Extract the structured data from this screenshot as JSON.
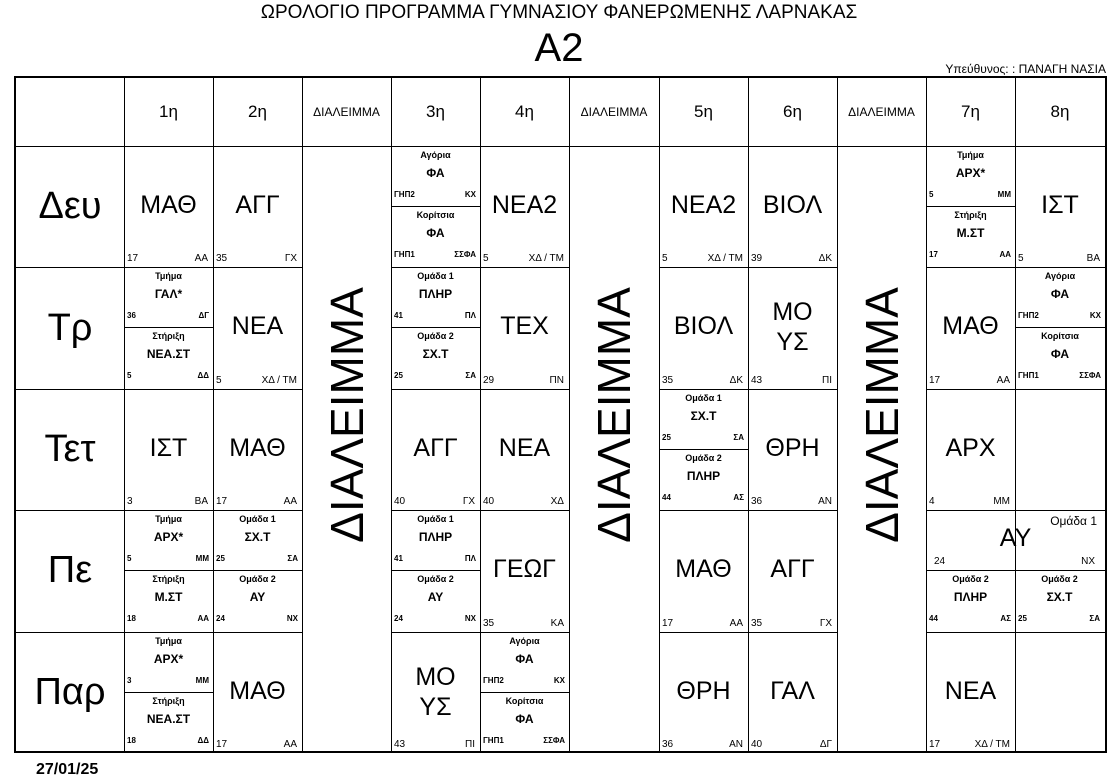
{
  "header": {
    "title": "ΩΡΟΛΟΓΙΟ ΠΡΟΓΡΑΜΜΑ ΓΥΜΝΑΣΙΟΥ ΦΑΝΕΡΩΜΕΝΗΣ ΛΑΡΝΑΚΑΣ",
    "class_name": "Α2",
    "responsible": "Υπεύθυνος: : ΠΑΝΑΓΗ ΝΑΣΙΑ"
  },
  "periods": [
    "1η",
    "2η",
    "ΔΙΑΛΕΙΜΜΑ",
    "3η",
    "4η",
    "ΔΙΑΛΕΙΜΜΑ",
    "5η",
    "6η",
    "ΔΙΑΛΕΙΜΜΑ",
    "7η",
    "8η"
  ],
  "break_label": "ΔΙΑΛΕΙΜΜΑ",
  "days": [
    "Δευ",
    "Τρ",
    "Τετ",
    "Πε",
    "Παρ"
  ],
  "cells": {
    "d0p1": {
      "subject": "ΜΑΘ",
      "room": "17",
      "teacher": "ΑΑ"
    },
    "d0p2": {
      "subject": "ΑΓΓ",
      "room": "35",
      "teacher": "ΓΧ"
    },
    "d0p3": {
      "top": {
        "label": "Αγόρια",
        "subject": "ΦΑ",
        "room": "ΓΗΠ2",
        "teacher": "ΚΧ"
      },
      "bottom": {
        "label": "Κορίτσια",
        "subject": "ΦΑ",
        "room": "ΓΗΠ1",
        "teacher": "ΣΣΦΑ"
      }
    },
    "d0p4": {
      "subject": "ΝΕΑ2",
      "room": "5",
      "teacher": "ΧΔ / ΤΜ"
    },
    "d0p5": {
      "subject": "ΝΕΑ2",
      "room": "5",
      "teacher": "ΧΔ / ΤΜ"
    },
    "d0p6": {
      "subject": "ΒΙΟΛ",
      "room": "39",
      "teacher": "ΔΚ"
    },
    "d0p7": {
      "top": {
        "label": "Τμήμα",
        "subject": "ΑΡΧ*",
        "room": "5",
        "teacher": "ΜΜ"
      },
      "bottom": {
        "label": "Στήριξη",
        "subject": "Μ.ΣΤ",
        "room": "17",
        "teacher": "ΑΑ"
      }
    },
    "d0p8": {
      "subject": "ΙΣΤ",
      "room": "5",
      "teacher": "ΒΑ"
    },
    "d1p1": {
      "top": {
        "label": "Τμήμα",
        "subject": "ΓΑΛ*",
        "room": "36",
        "teacher": "ΔΓ"
      },
      "bottom": {
        "label": "Στήριξη",
        "subject": "ΝΕΑ.ΣΤ",
        "room": "5",
        "teacher": "ΔΔ"
      }
    },
    "d1p2": {
      "subject": "ΝΕΑ",
      "room": "5",
      "teacher": "ΧΔ / ΤΜ"
    },
    "d1p3": {
      "top": {
        "label": "Ομάδα 1",
        "subject": "ΠΛΗΡ",
        "room": "41",
        "teacher": "ΠΛ"
      },
      "bottom": {
        "label": "Ομάδα 2",
        "subject": "ΣΧ.Τ",
        "room": "25",
        "teacher": "ΣΑ"
      }
    },
    "d1p4": {
      "subject": "ΤΕΧ",
      "room": "29",
      "teacher": "ΠΝ"
    },
    "d1p5": {
      "subject": "ΒΙΟΛ",
      "room": "35",
      "teacher": "ΔΚ"
    },
    "d1p6": {
      "subject": "ΜΟΥΣ",
      "room": "43",
      "teacher": "ΠΙ"
    },
    "d1p7": {
      "subject": "ΜΑΘ",
      "room": "17",
      "teacher": "ΑΑ"
    },
    "d1p8": {
      "top": {
        "label": "Αγόρια",
        "subject": "ΦΑ",
        "room": "ΓΗΠ2",
        "teacher": "ΚΧ"
      },
      "bottom": {
        "label": "Κορίτσια",
        "subject": "ΦΑ",
        "room": "ΓΗΠ1",
        "teacher": "ΣΣΦΑ"
      }
    },
    "d2p1": {
      "subject": "ΙΣΤ",
      "room": "3",
      "teacher": "ΒΑ"
    },
    "d2p2": {
      "subject": "ΜΑΘ",
      "room": "17",
      "teacher": "ΑΑ"
    },
    "d2p3": {
      "subject": "ΑΓΓ",
      "room": "40",
      "teacher": "ΓΧ"
    },
    "d2p4": {
      "subject": "ΝΕΑ",
      "room": "40",
      "teacher": "ΧΔ"
    },
    "d2p5": {
      "top": {
        "label": "Ομάδα 1",
        "subject": "ΣΧ.Τ",
        "room": "25",
        "teacher": "ΣΑ"
      },
      "bottom": {
        "label": "Ομάδα 2",
        "subject": "ΠΛΗΡ",
        "room": "44",
        "teacher": "ΑΣ"
      }
    },
    "d2p6": {
      "subject": "ΘΡΗ",
      "room": "36",
      "teacher": "ΑΝ"
    },
    "d2p7": {
      "subject": "ΑΡΧ",
      "room": "4",
      "teacher": "ΜΜ"
    },
    "d3p1": {
      "top": {
        "label": "Τμήμα",
        "subject": "ΑΡΧ*",
        "room": "5",
        "teacher": "ΜΜ"
      },
      "bottom": {
        "label": "Στήριξη",
        "subject": "Μ.ΣΤ",
        "room": "18",
        "teacher": "ΑΑ"
      }
    },
    "d3p2": {
      "top": {
        "label": "Ομάδα 1",
        "subject": "ΣΧ.Τ",
        "room": "25",
        "teacher": "ΣΑ"
      },
      "bottom": {
        "label": "Ομάδα 2",
        "subject": "ΑΥ",
        "room": "24",
        "teacher": "ΝΧ"
      }
    },
    "d3p3": {
      "top": {
        "label": "Ομάδα 1",
        "subject": "ΠΛΗΡ",
        "room": "41",
        "teacher": "ΠΛ"
      },
      "bottom": {
        "label": "Ομάδα 2",
        "subject": "ΑΥ",
        "room": "24",
        "teacher": "ΝΧ"
      }
    },
    "d3p4": {
      "subject": "ΓΕΩΓ",
      "room": "35",
      "teacher": "ΚΑ"
    },
    "d3p5": {
      "subject": "ΜΑΘ",
      "room": "17",
      "teacher": "ΑΑ"
    },
    "d3p6": {
      "subject": "ΑΓΓ",
      "room": "35",
      "teacher": "ΓΧ"
    },
    "d3p78": {
      "group": "Ομάδα 1",
      "subject": "ΑΥ",
      "room": "24",
      "teacher": "ΝΧ"
    },
    "d3p7b": {
      "label": "Ομάδα 2",
      "subject": "ΠΛΗΡ",
      "room": "44",
      "teacher": "ΑΣ"
    },
    "d3p8b": {
      "label": "Ομάδα 2",
      "subject": "ΣΧ.Τ",
      "room": "25",
      "teacher": "ΣΑ"
    },
    "d4p1": {
      "top": {
        "label": "Τμήμα",
        "subject": "ΑΡΧ*",
        "room": "3",
        "teacher": "ΜΜ"
      },
      "bottom": {
        "label": "Στήριξη",
        "subject": "ΝΕΑ.ΣΤ",
        "room": "18",
        "teacher": "ΔΔ"
      }
    },
    "d4p2": {
      "subject": "ΜΑΘ",
      "room": "17",
      "teacher": "ΑΑ"
    },
    "d4p3": {
      "subject": "ΜΟΥΣ",
      "room": "43",
      "teacher": "ΠΙ"
    },
    "d4p4": {
      "top": {
        "label": "Αγόρια",
        "subject": "ΦΑ",
        "room": "ΓΗΠ2",
        "teacher": "ΚΧ"
      },
      "bottom": {
        "label": "Κορίτσια",
        "subject": "ΦΑ",
        "room": "ΓΗΠ1",
        "teacher": "ΣΣΦΑ"
      }
    },
    "d4p5": {
      "subject": "ΘΡΗ",
      "room": "36",
      "teacher": "ΑΝ"
    },
    "d4p6": {
      "subject": "ΓΑΛ",
      "room": "40",
      "teacher": "ΔΓ"
    },
    "d4p7": {
      "subject": "ΝΕΑ",
      "room": "17",
      "teacher": "ΧΔ / ΤΜ"
    }
  },
  "footer": {
    "date": "27/01/25"
  }
}
